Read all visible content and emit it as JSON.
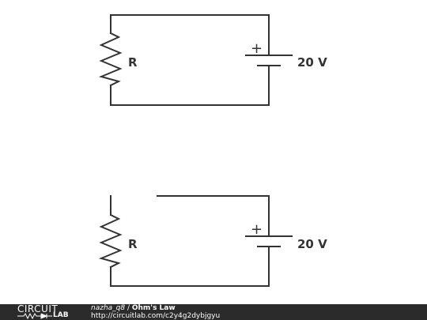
{
  "circuits": [
    {
      "resistor_label": "R",
      "battery_label": "20 V",
      "battery_plus": "+",
      "closed": true
    },
    {
      "resistor_label": "R",
      "battery_label": "20 V",
      "battery_plus": "+",
      "closed": false
    }
  ],
  "footer": {
    "logo_top": "CIRCUIT",
    "logo_bottom": "LAB",
    "author": "nazha_q8",
    "separator": " / ",
    "title": "Ohm's Law",
    "url": "http://circuitlab.com/c2y4g2dybjgyu"
  },
  "colors": {
    "wire": "#333333",
    "footer_bg": "#2b2b2b",
    "footer_text": "#ffffff"
  }
}
